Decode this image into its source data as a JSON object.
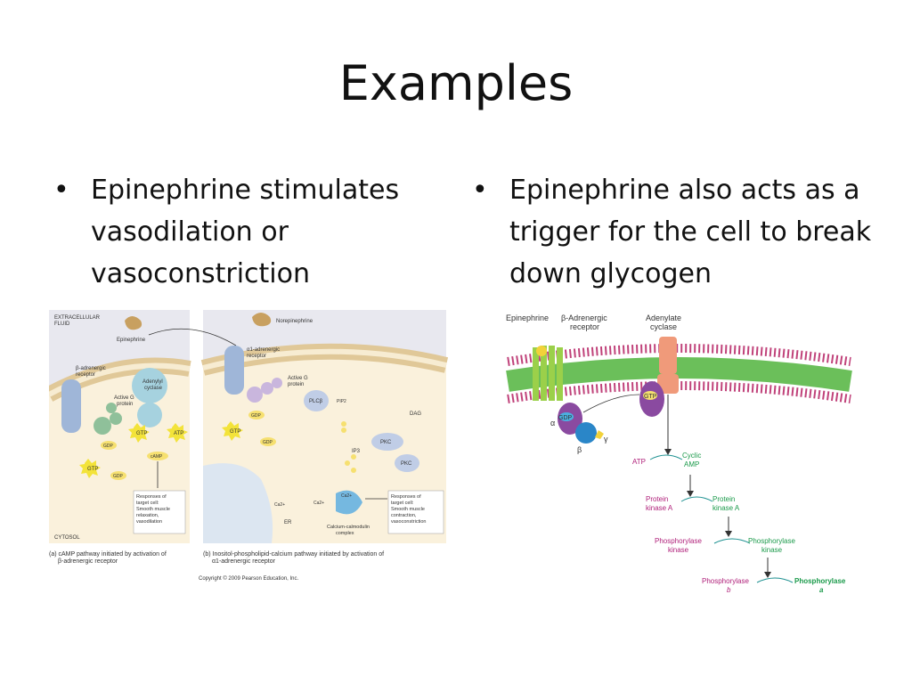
{
  "slide": {
    "title": "Examples",
    "bullets": [
      {
        "marker": "•",
        "text": "Epinephrine stimulates vasodilation or vasoconstriction"
      },
      {
        "marker": "•",
        "text": "Epinephrine also acts as a trigger for the cell to break down glycogen"
      }
    ]
  },
  "left_figure": {
    "panel_a": {
      "extracellular": "EXTRACELLULAR",
      "fluid": "FLUID",
      "epinephrine": "Epinephrine",
      "receptor_1": "β-adrenergic",
      "receptor_2": "receptor",
      "active_g_1": "Active G",
      "active_g_2": "protein",
      "adenylyl_1": "Adenylyl",
      "adenylyl_2": "cyclase",
      "gtp": "GTP",
      "atp": "ATP",
      "gdp": "GDP",
      "camp": "cAMP",
      "responses": [
        "Responses of",
        "target cell:",
        "Smooth muscle",
        "relaxation,",
        "vasodilation"
      ],
      "cytosol": "CYTOSOL",
      "caption_1": "(a) cAMP pathway initiated by activation of",
      "caption_2": "β-adrenergic receptor"
    },
    "panel_b": {
      "norepinephrine": "Norepinephrine",
      "receptor_1": "α1-adrenergic",
      "receptor_2": "receptor",
      "active_g_1": "Active G",
      "active_g_2": "protein",
      "plc": "PLCβ",
      "pip2": "PIP2",
      "dag": "DAG",
      "gtp": "GTP",
      "gdp": "GDP",
      "pkc_1": "PKC",
      "pkc_2": "PKC",
      "ip3": "IP3",
      "ca_1": "Ca2+",
      "ca_2": "Ca2+",
      "ca_3": "Ca2+",
      "er": "ER",
      "complex_1": "Calcium-calmodulin",
      "complex_2": "complex",
      "responses": [
        "Responses of",
        "target cell:",
        "Smooth muscle",
        "contraction,",
        "vasoconstriction"
      ],
      "caption_1": "(b) Inositol-phospholipid-calcium pathway initiated by activation of",
      "caption_2": "α1-adrenergic receptor"
    },
    "copyright": "Copyright © 2009 Pearson Education, Inc."
  },
  "right_figure": {
    "epinephrine": "Epinephrine",
    "receptor_1": "β-Adrenergic",
    "receptor_2": "receptor",
    "adenylate_1": "Adenylate",
    "adenylate_2": "cyclase",
    "gtp": "GTP",
    "gdp": "GDP",
    "alpha": "α",
    "beta": "β",
    "gamma": "γ",
    "atp": "ATP",
    "camp_1": "Cyclic",
    "camp_2": "AMP",
    "pka_in_1": "Protein",
    "pka_in_2": "kinase A",
    "pka_out_1": "Protein",
    "pka_out_2": "kinase A",
    "phk_in_1": "Phosphorylase",
    "phk_in_2": "kinase",
    "phk_out_1": "Phosphorylase",
    "phk_out_2": "kinase",
    "ph_b_1": "Phosphorylase",
    "ph_b_2": "b",
    "ph_a_1": "Phosphorylase",
    "ph_a_2": "a",
    "colors": {
      "magenta": "#b0207a",
      "green": "#1a9a4a",
      "teal": "#1a8f8f",
      "membrane_head": "#c0427a",
      "membrane_tail": "#6bbf5a"
    }
  }
}
